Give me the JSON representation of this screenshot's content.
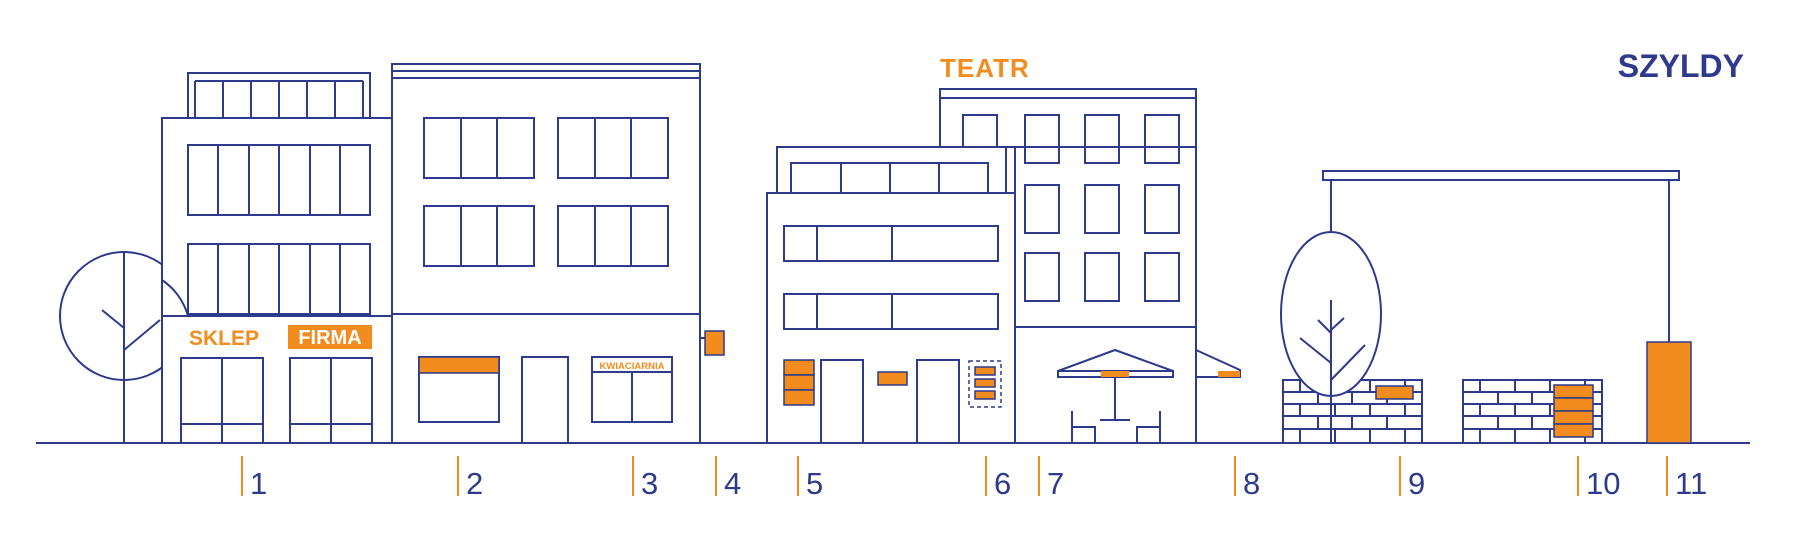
{
  "title": "SZYLDY",
  "signs": {
    "sklep": "SKLEP",
    "firma": "FIRMA",
    "kwiaciarnia": "KWIACIARNIA",
    "teatr": "TEATR"
  },
  "markers": [
    "1",
    "2",
    "3",
    "4",
    "5",
    "6",
    "7",
    "8",
    "9",
    "10",
    "11"
  ],
  "colors": {
    "line": "#2e3a8c",
    "accent": "#f28c1e",
    "background": "#ffffff"
  }
}
